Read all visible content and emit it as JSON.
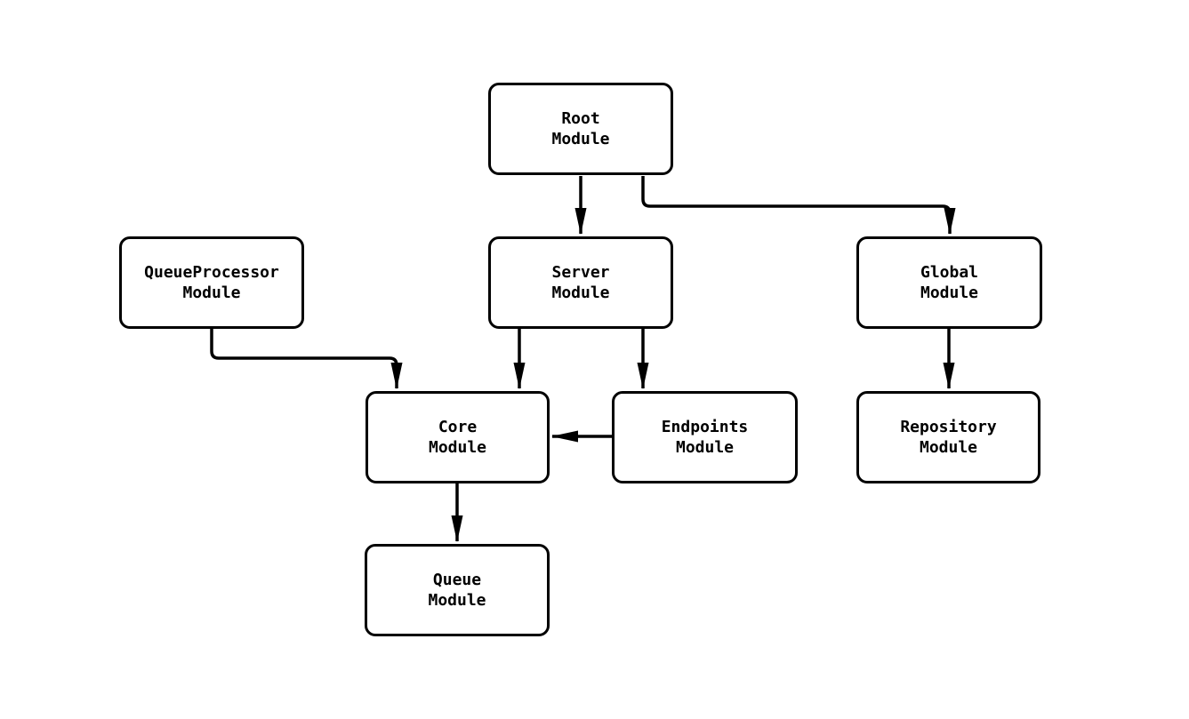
{
  "diagram": {
    "type": "flowchart",
    "direction": "top-down",
    "colors": {
      "background": "#ffffff",
      "node_fill": "#ffffff",
      "node_border": "#000000",
      "edge": "#000000",
      "text": "#000000"
    },
    "nodes": [
      {
        "id": "root",
        "line1": "Root",
        "line2": "Module"
      },
      {
        "id": "queueprocessor",
        "line1": "QueueProcessor",
        "line2": "Module"
      },
      {
        "id": "server",
        "line1": "Server",
        "line2": "Module"
      },
      {
        "id": "global",
        "line1": "Global",
        "line2": "Module"
      },
      {
        "id": "core",
        "line1": "Core",
        "line2": "Module"
      },
      {
        "id": "endpoints",
        "line1": "Endpoints",
        "line2": "Module"
      },
      {
        "id": "repository",
        "line1": "Repository",
        "line2": "Module"
      },
      {
        "id": "queue",
        "line1": "Queue",
        "line2": "Module"
      }
    ],
    "edges": [
      {
        "from": "Root Module",
        "to": "Server Module"
      },
      {
        "from": "Root Module",
        "to": "Global Module"
      },
      {
        "from": "QueueProcessor Module",
        "to": "Core Module"
      },
      {
        "from": "Server Module",
        "to": "Core Module"
      },
      {
        "from": "Server Module",
        "to": "Endpoints Module"
      },
      {
        "from": "Endpoints Module",
        "to": "Core Module"
      },
      {
        "from": "Global Module",
        "to": "Repository Module"
      },
      {
        "from": "Core Module",
        "to": "Queue Module"
      }
    ]
  }
}
